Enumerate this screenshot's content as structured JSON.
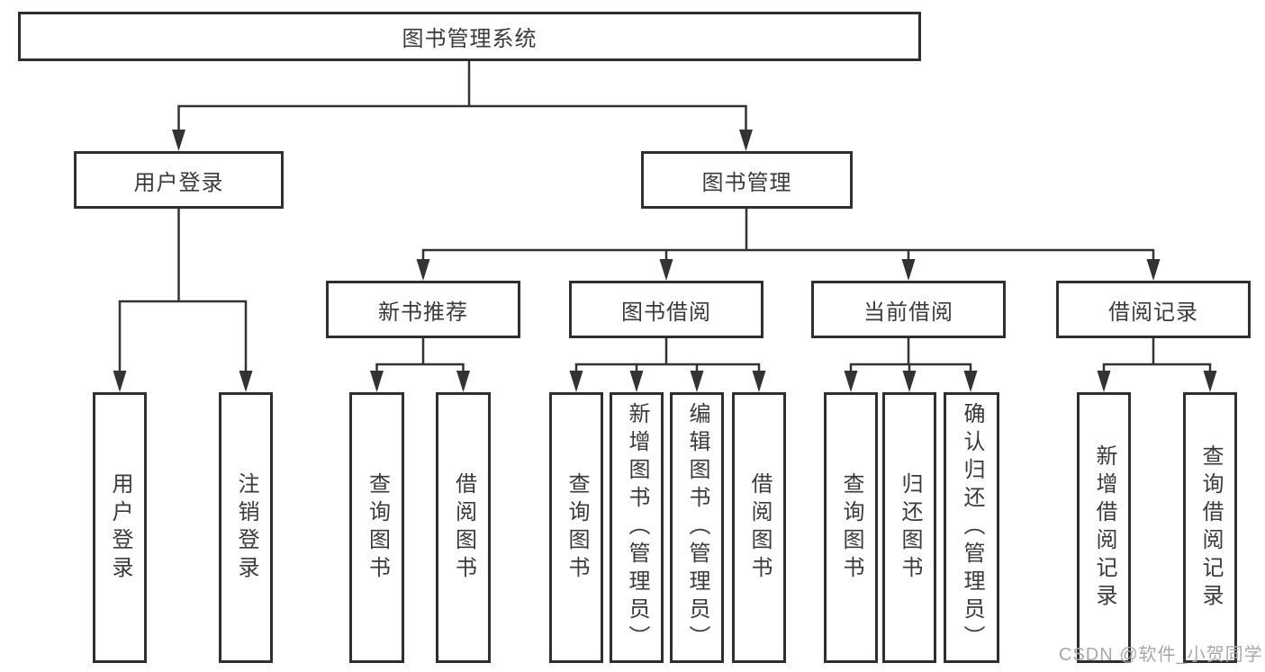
{
  "diagram": {
    "root": {
      "label": "图书管理系统"
    },
    "level2": {
      "user_login": {
        "label": "用户登录"
      },
      "book_mgmt": {
        "label": "图书管理"
      }
    },
    "level3": {
      "new_book_rec": {
        "label": "新书推荐"
      },
      "book_borrow": {
        "label": "图书借阅"
      },
      "current_borrow": {
        "label": "当前借阅"
      },
      "borrow_record": {
        "label": "借阅记录"
      }
    },
    "leaves": {
      "user_login_leaf": {
        "label": "用户登录"
      },
      "logout": {
        "label": "注销登录"
      },
      "query_book_1": {
        "label": "查询图书"
      },
      "borrow_book_1": {
        "label": "借阅图书"
      },
      "query_book_2": {
        "label": "查询图书"
      },
      "add_book_admin": {
        "label": "新增图书（管理员）"
      },
      "edit_book_admin": {
        "label": "编辑图书（管理员）"
      },
      "borrow_book_2": {
        "label": "借阅图书"
      },
      "query_book_3": {
        "label": "查询图书"
      },
      "return_book": {
        "label": "归还图书"
      },
      "confirm_return_admin": {
        "label": "确认归还（管理员）"
      },
      "add_borrow_record": {
        "label": "新增借阅记录"
      },
      "query_borrow_record": {
        "label": "查询借阅记录"
      }
    }
  },
  "watermark": {
    "text": "CSDN @软件_小贺同学"
  },
  "colors": {
    "line": "#333333",
    "border": "#2f2f2f",
    "text": "#3a3a3a",
    "background": "#ffffff",
    "watermark": "#a8a8a8"
  }
}
